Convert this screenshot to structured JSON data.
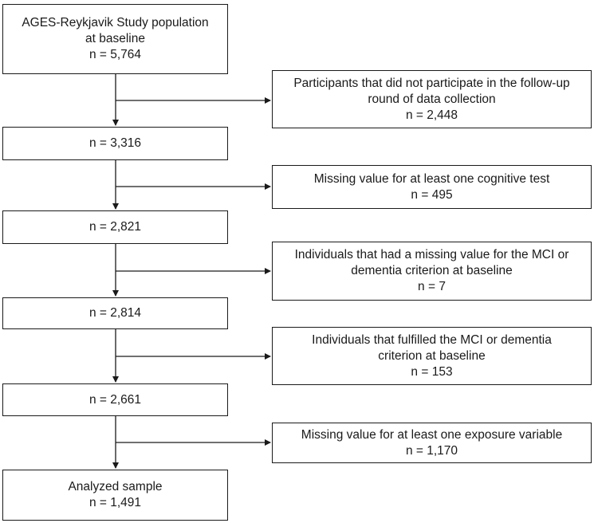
{
  "flowchart": {
    "main": [
      {
        "lines": [
          "AGES-Reykjavik Study population",
          "at baseline",
          "n = 5,764"
        ]
      },
      {
        "lines": [
          "n = 3,316"
        ]
      },
      {
        "lines": [
          "n = 2,821"
        ]
      },
      {
        "lines": [
          "n = 2,814"
        ]
      },
      {
        "lines": [
          "n = 2,661"
        ]
      },
      {
        "lines": [
          "Analyzed sample",
          "n = 1,491"
        ]
      }
    ],
    "exclusions": [
      {
        "lines": [
          "Participants that did not participate in the follow-up",
          "round of data collection",
          "n = 2,448"
        ]
      },
      {
        "lines": [
          "Missing value for at least one cognitive test",
          "n = 495"
        ]
      },
      {
        "lines": [
          "Individuals that had a missing value for the MCI or",
          "dementia criterion at baseline",
          "n = 7"
        ]
      },
      {
        "lines": [
          "Individuals that fulfilled the MCI or dementia",
          "criterion at baseline",
          "n = 153"
        ]
      },
      {
        "lines": [
          "Missing value for at least one exposure variable",
          "n = 1,170"
        ]
      }
    ]
  }
}
